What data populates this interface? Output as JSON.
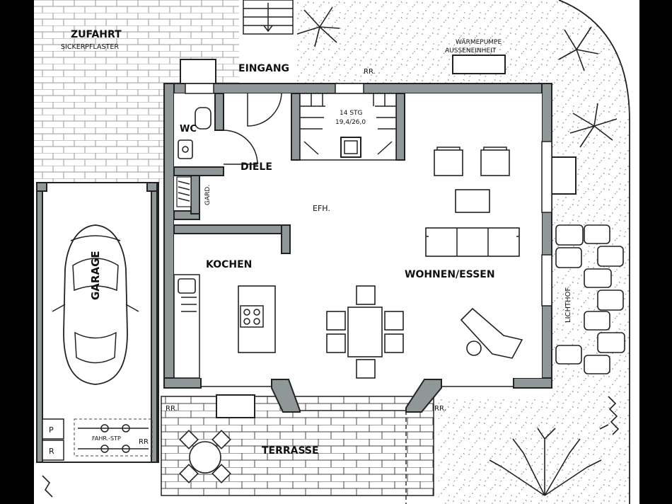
{
  "labels": {
    "zufahrt": "ZUFAHRT",
    "sickerpflaster": "SICKERPFLASTER",
    "eingang": "EINGANG",
    "rr_top": "RR.",
    "waermepumpe_line1": "WÄRMEPUMPE",
    "waermepumpe_line2": "AUSSENEINHEIT",
    "stair_line1": "14 STG",
    "stair_line2": "19,4/26,0",
    "wc": "WC",
    "diele": "DIELE",
    "gard": "GARD.",
    "efh": "EFH.",
    "kochen": "KOCHEN",
    "wohnen_essen": "WOHNEN/ESSEN",
    "garage": "GARAGE",
    "lichthof": "LICHTHOF",
    "rr_left": "RR.",
    "rr_right": "RR.",
    "rr_garage": "RR",
    "terrasse": "TERRASSE",
    "fahr_stp": "FAHR.-STP",
    "p": "P",
    "r": "R"
  },
  "icons": {
    "stair_arrow": "arrow-down-icon",
    "palms": "palm-tree-icon",
    "bushes": "bush-icon",
    "car": "car-icon",
    "bicycles": "bicycle-icon",
    "tree": "deciduous-tree-icon"
  },
  "colors": {
    "wall_fill": "#8f9798",
    "line": "#222222",
    "background": "#ffffff",
    "frame": "#000000"
  }
}
